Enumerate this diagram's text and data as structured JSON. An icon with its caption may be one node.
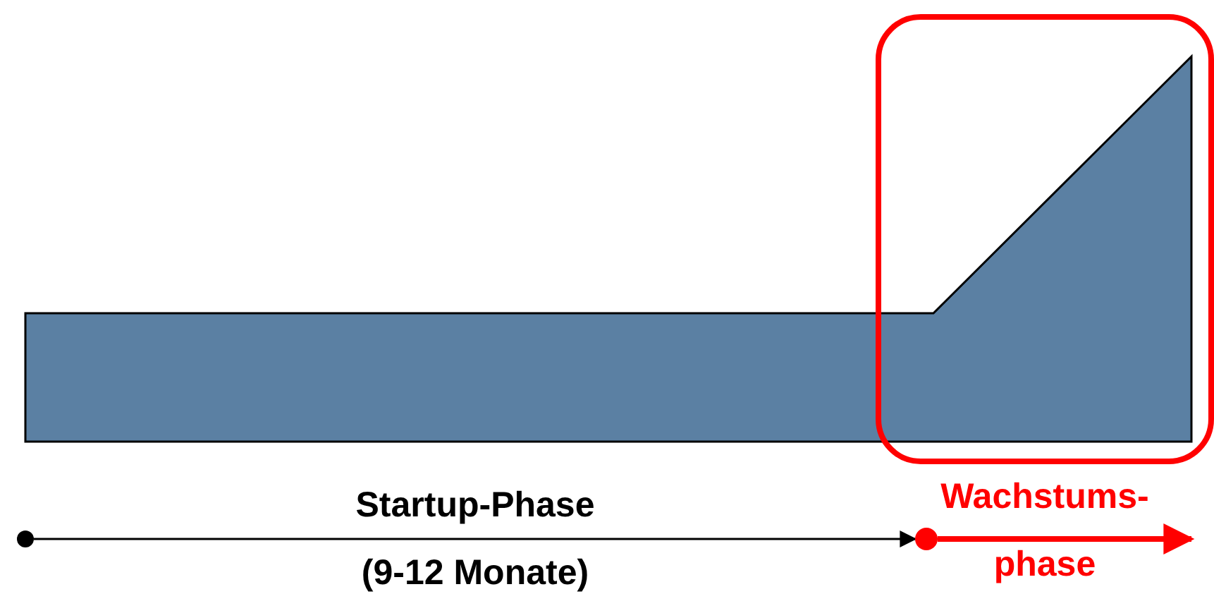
{
  "diagram": {
    "nodes": [
      {
        "text": [],
        "shape": "circle"
      },
      {
        "text": [],
        "shape": "circle"
      }
    ],
    "edges": [
      {
        "from": 0,
        "to": 1,
        "arrow": "to"
      },
      {
        "from": 1,
        "to": null,
        "arrow": "to",
        "style": "thick",
        "color": "#ff0000"
      }
    ],
    "labels": [
      "Startup-Phase",
      "(9-12 Monate)",
      "Wachstums- phase"
    ]
  }
}
